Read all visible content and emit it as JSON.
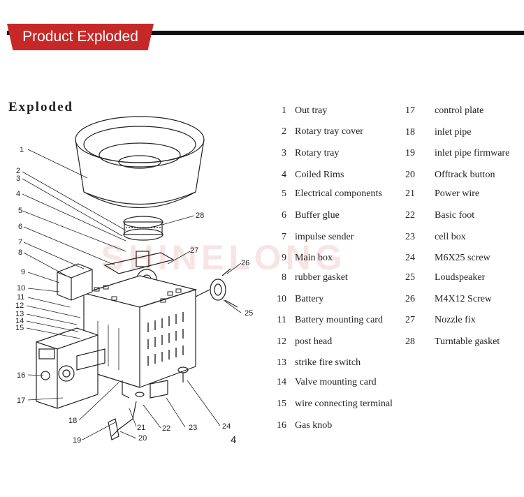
{
  "header": {
    "banner": "Product Exploded"
  },
  "diagram": {
    "title": "Exploded",
    "page_number": "4",
    "watermark": "SHINELONG"
  },
  "parts": [
    {
      "num": "1",
      "name": "Out tray"
    },
    {
      "num": "2",
      "name": "Rotary tray cover"
    },
    {
      "num": "3",
      "name": "Rotary tray"
    },
    {
      "num": "4",
      "name": "Coiled Rims"
    },
    {
      "num": "5",
      "name": "Electrical components"
    },
    {
      "num": "6",
      "name": "Buffer glue"
    },
    {
      "num": "7",
      "name": "impulse sender"
    },
    {
      "num": "9",
      "name": "Main box"
    },
    {
      "num": "8",
      "name": "rubber gasket"
    },
    {
      "num": "10",
      "name": "Battery"
    },
    {
      "num": "11",
      "name": "Battery mounting card"
    },
    {
      "num": "12",
      "name": "post head"
    },
    {
      "num": "13",
      "name": "strike fire switch"
    },
    {
      "num": "14",
      "name": "Valve mounting card"
    },
    {
      "num": "15",
      "name": "wire connecting terminal"
    },
    {
      "num": "16",
      "name": "Gas knob"
    },
    {
      "num": "17",
      "name": "control plate"
    },
    {
      "num": "18",
      "name": "inlet pipe"
    },
    {
      "num": "19",
      "name": "inlet pipe firmware"
    },
    {
      "num": "20",
      "name": "Offtrack button"
    },
    {
      "num": "21",
      "name": "Power wire"
    },
    {
      "num": "22",
      "name": "Basic foot"
    },
    {
      "num": "23",
      "name": "cell box"
    },
    {
      "num": "24",
      "name": "M6X25 screw"
    },
    {
      "num": "25",
      "name": "Loudspeaker"
    },
    {
      "num": "26",
      "name": "M4X12 Screw"
    },
    {
      "num": "27",
      "name": "Nozzle fix"
    },
    {
      "num": "28",
      "name": "Turntable gasket"
    }
  ],
  "callouts": [
    "1",
    "2",
    "3",
    "4",
    "5",
    "6",
    "7",
    "8",
    "9",
    "10",
    "11",
    "12",
    "13",
    "14",
    "15",
    "16",
    "17",
    "18",
    "19",
    "20",
    "21",
    "22",
    "23",
    "24",
    "25",
    "26",
    "27",
    "28"
  ]
}
